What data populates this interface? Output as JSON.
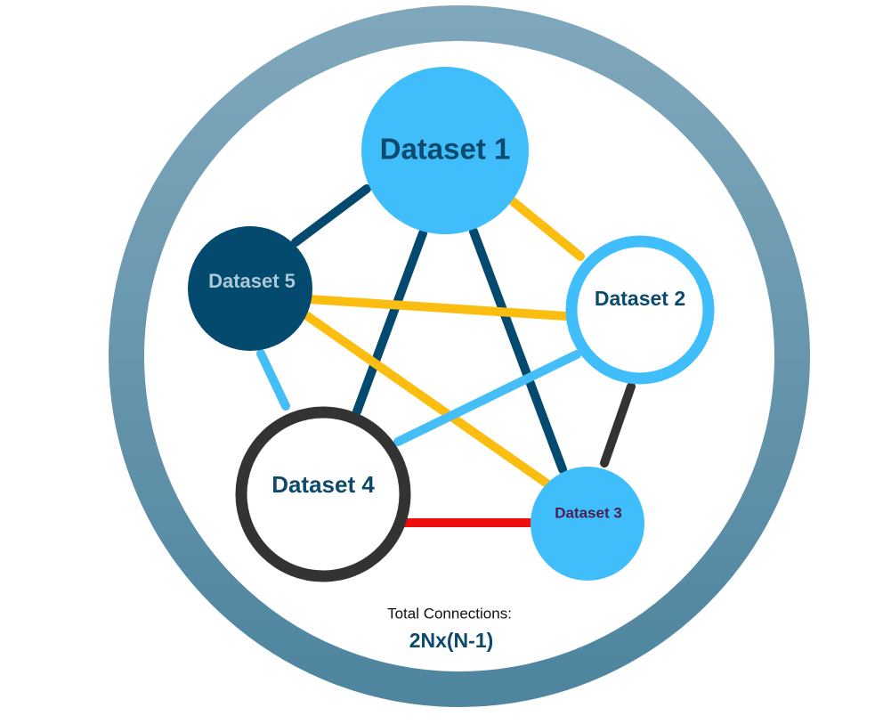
{
  "nodes": {
    "d1": {
      "label": "Dataset 1"
    },
    "d2": {
      "label": "Dataset 2"
    },
    "d3": {
      "label": "Dataset 3"
    },
    "d4": {
      "label": "Dataset 4"
    },
    "d5": {
      "label": "Dataset 5"
    }
  },
  "connections": [
    {
      "from": "Dataset 1",
      "to": "Dataset 5",
      "color": "#044a6e"
    },
    {
      "from": "Dataset 1",
      "to": "Dataset 4",
      "color": "#044a6e"
    },
    {
      "from": "Dataset 1",
      "to": "Dataset 3",
      "color": "#044a6e"
    },
    {
      "from": "Dataset 1",
      "to": "Dataset 2",
      "color": "#fbbd0f"
    },
    {
      "from": "Dataset 5",
      "to": "Dataset 2",
      "color": "#fbbd0f"
    },
    {
      "from": "Dataset 5",
      "to": "Dataset 3",
      "color": "#fbbd0f"
    },
    {
      "from": "Dataset 5",
      "to": "Dataset 4",
      "color": "#45bdf6"
    },
    {
      "from": "Dataset 2",
      "to": "Dataset 4",
      "color": "#45bdf6"
    },
    {
      "from": "Dataset 2",
      "to": "Dataset 3",
      "color": "#333333"
    },
    {
      "from": "Dataset 4",
      "to": "Dataset 3",
      "color": "#ee0e0e"
    }
  ],
  "footer": {
    "caption": "Total Connections:",
    "formula": "2Nx(N-1)"
  },
  "colors": {
    "ring": "#6a97ad",
    "dark_blue": "#044a6e",
    "light_blue": "#40befb",
    "dark_gray": "#333333",
    "yellow": "#fbbd0f",
    "red": "#ee0e0e",
    "purple_text": "#4a1f4f"
  }
}
